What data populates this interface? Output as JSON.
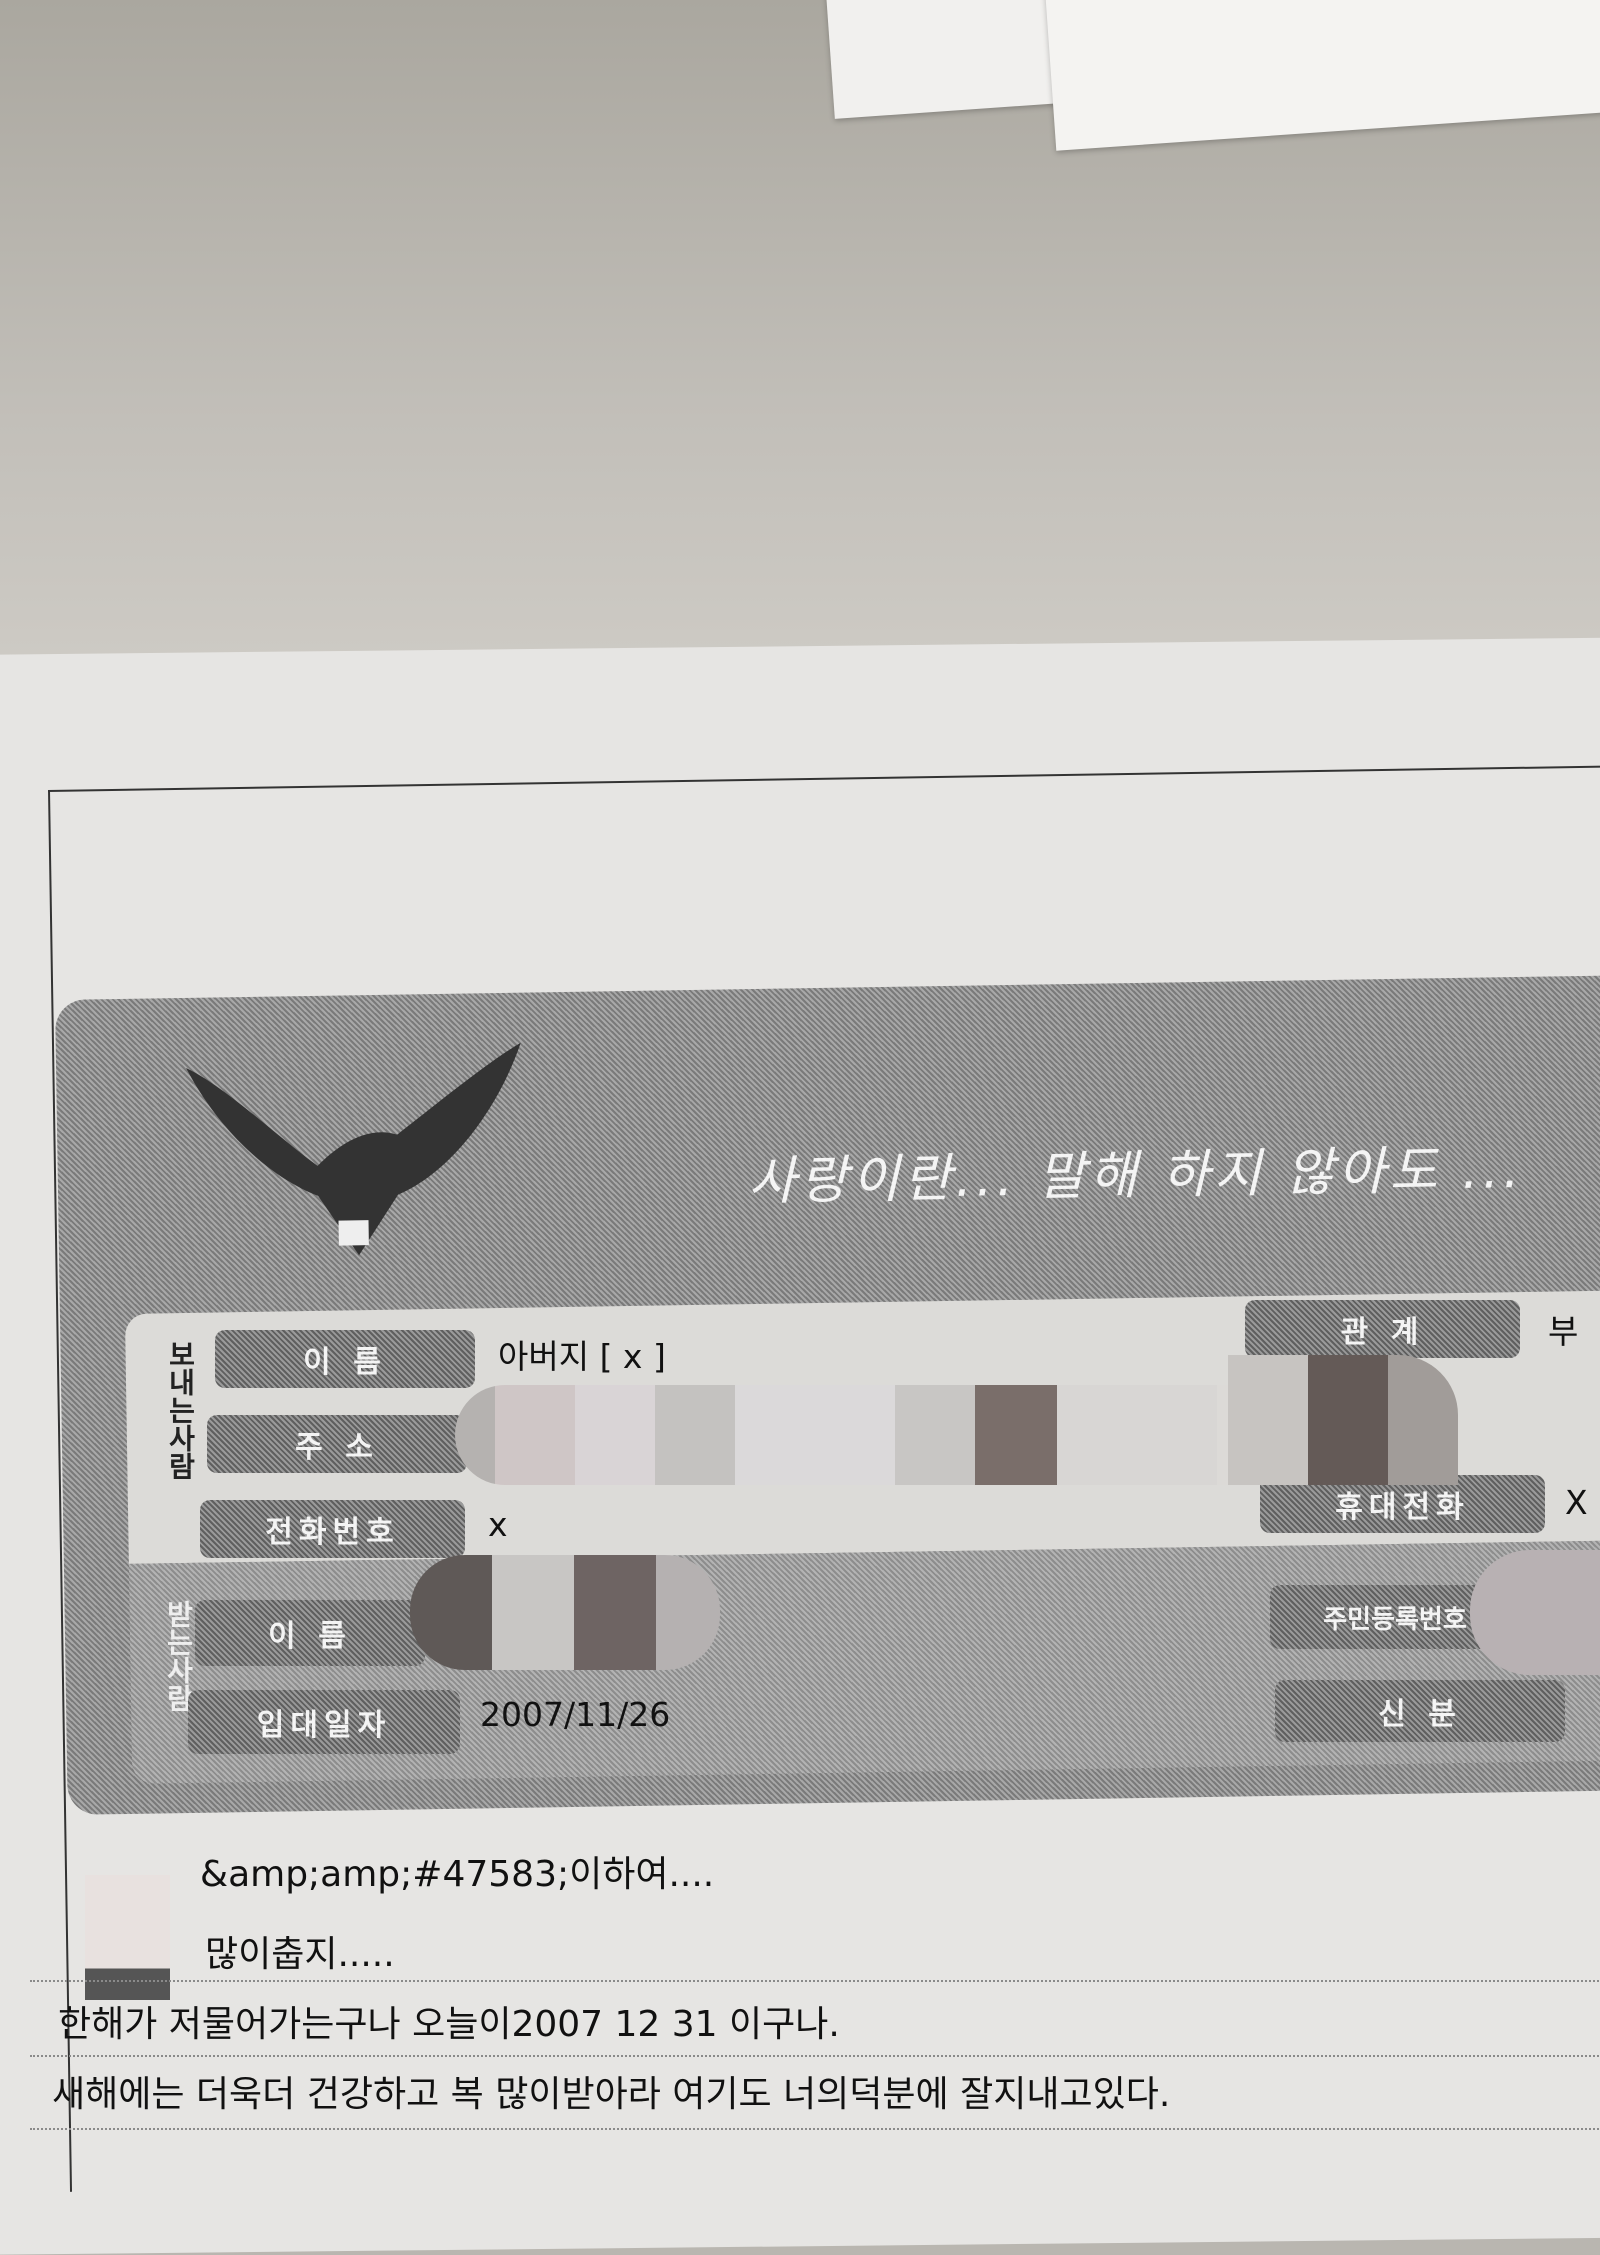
{
  "banner": {
    "text": "사랑이란... 말해 하지 않아도 ..."
  },
  "sender": {
    "section_label": "보내는사람",
    "name_label": "이 름",
    "name_value": "아버지 [ x ]",
    "address_label": "주 소",
    "phone_label": "전화번호",
    "phone_value": "x",
    "relation_label": "관 계",
    "relation_value": "부",
    "mobile_label": "휴대전화",
    "mobile_value": "X"
  },
  "receiver": {
    "section_label": "받는사람",
    "name_label": "이 름",
    "enlist_label": "입대일자",
    "enlist_value": "2007/11/26",
    "rrn_label": "주민등록번호",
    "rank_label": "신 분"
  },
  "letter": {
    "lines": [
      "&amp;amp;#47583;이하여....",
      "많이춥지.....",
      "한해가 저물어가는구나 오늘이2007 12 31 이구나.",
      "새해에는 더욱더 건강하고 복 많이받아라 여기도  너의덕분에 잘지내고있다."
    ]
  },
  "colors": {
    "panel": "#8f8f8f",
    "paper": "#e6e5e3",
    "surface": "#b9b6b0"
  }
}
